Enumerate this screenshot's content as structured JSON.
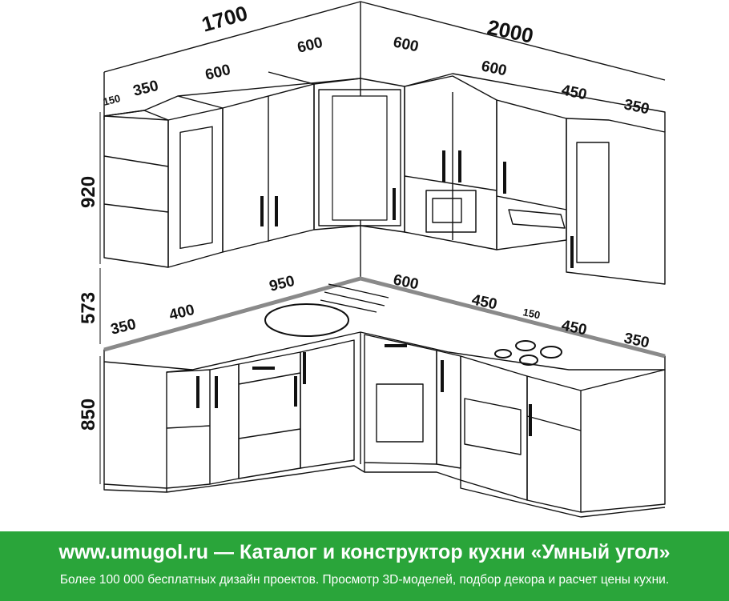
{
  "dimensions": {
    "top_left_total": "1700",
    "top_right_total": "2000",
    "upper_left": [
      "150",
      "350",
      "600",
      "600"
    ],
    "upper_right": [
      "600",
      "600",
      "450",
      "350"
    ],
    "height_upper": "920",
    "height_gap": "573",
    "height_base": "850",
    "counter_left": [
      "350",
      "400",
      "950"
    ],
    "counter_right": [
      "600",
      "450",
      "150",
      "450",
      "350"
    ]
  },
  "footer": {
    "title": "www.umugol.ru — Каталог и конструктор кухни «Умный угол»",
    "subtitle": "Более 100 000 бесплатных дизайн проектов. Просмотр 3D-моделей, подбор декора и расчет цены кухни."
  },
  "colors": {
    "banner": "#2aa53a",
    "counter_edge": "#8a8a8a",
    "line": "#111111"
  }
}
